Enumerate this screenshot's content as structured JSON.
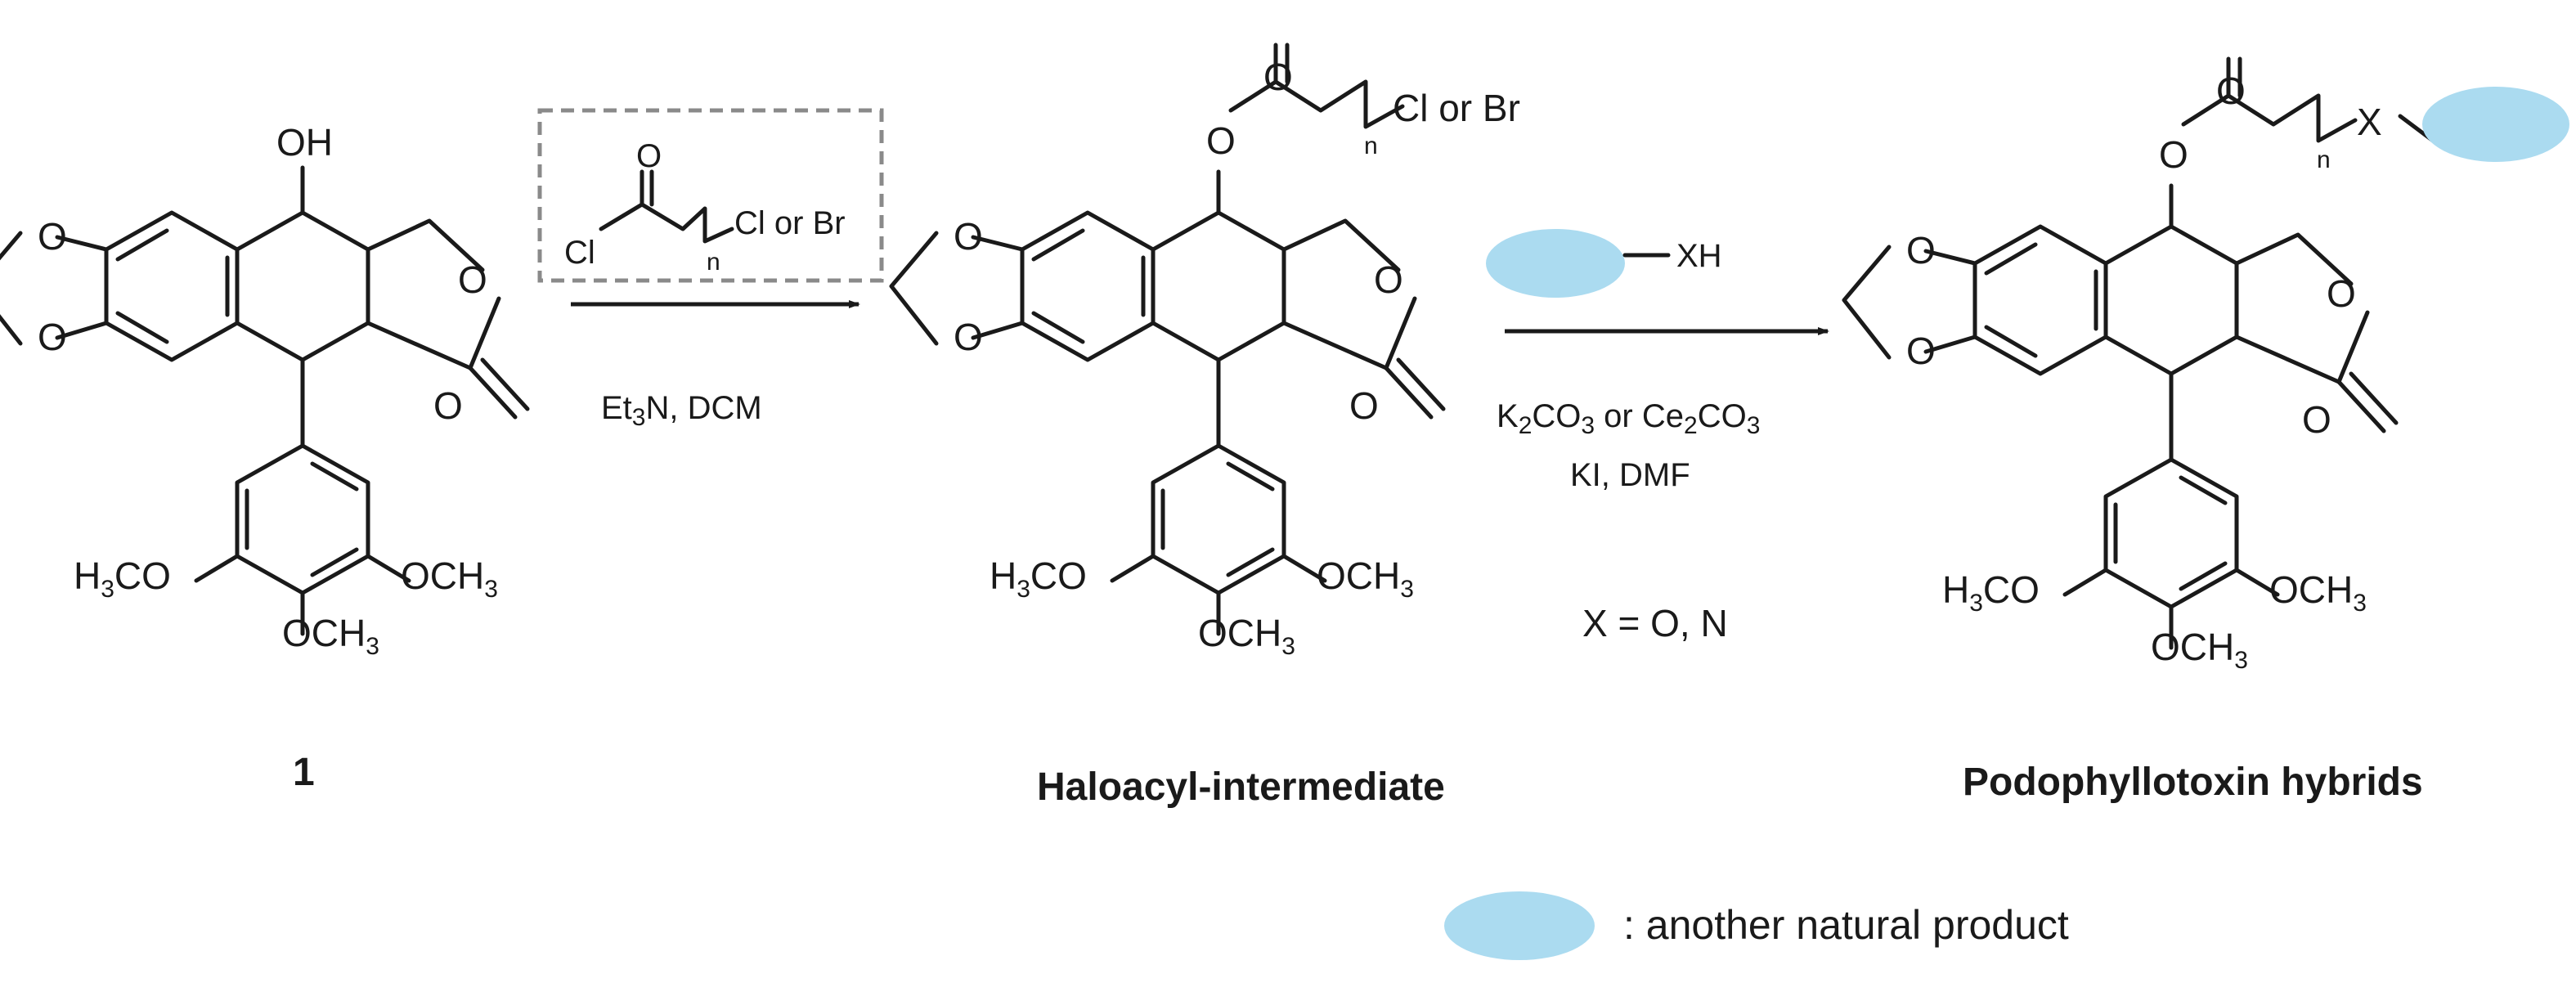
{
  "compound1": {
    "id_label": "1",
    "atoms": {
      "oh": "OH",
      "o": "O",
      "h3co": "H3CO",
      "och3": "OCH3"
    }
  },
  "step1": {
    "reagent_box": {
      "o": "O",
      "cl": "Cl",
      "n": "n",
      "tail": "Cl or Br"
    },
    "conditions": "Et3N, DCM"
  },
  "intermediate": {
    "label": "Haloacyl-intermediate",
    "atoms": {
      "o": "O",
      "n": "n",
      "tail": "Cl or Br",
      "h3co": "H3CO",
      "och3": "OCH3"
    }
  },
  "step2": {
    "reagent": "XH",
    "conditions_line1": "K2CO3 or Ce2CO3",
    "conditions_line2": "KI, DMF",
    "note": "X = O, N"
  },
  "hybrid": {
    "label": "Podophyllotoxin hybrids",
    "atoms": {
      "o": "O",
      "n": "n",
      "x": "X",
      "h3co": "H3CO",
      "och3": "OCH3"
    }
  },
  "legend": {
    "text": ": another natural product"
  },
  "colors": {
    "natural_product": "#abdbf0",
    "box": "#8a8a8a",
    "ink": "#1a1a1a"
  }
}
